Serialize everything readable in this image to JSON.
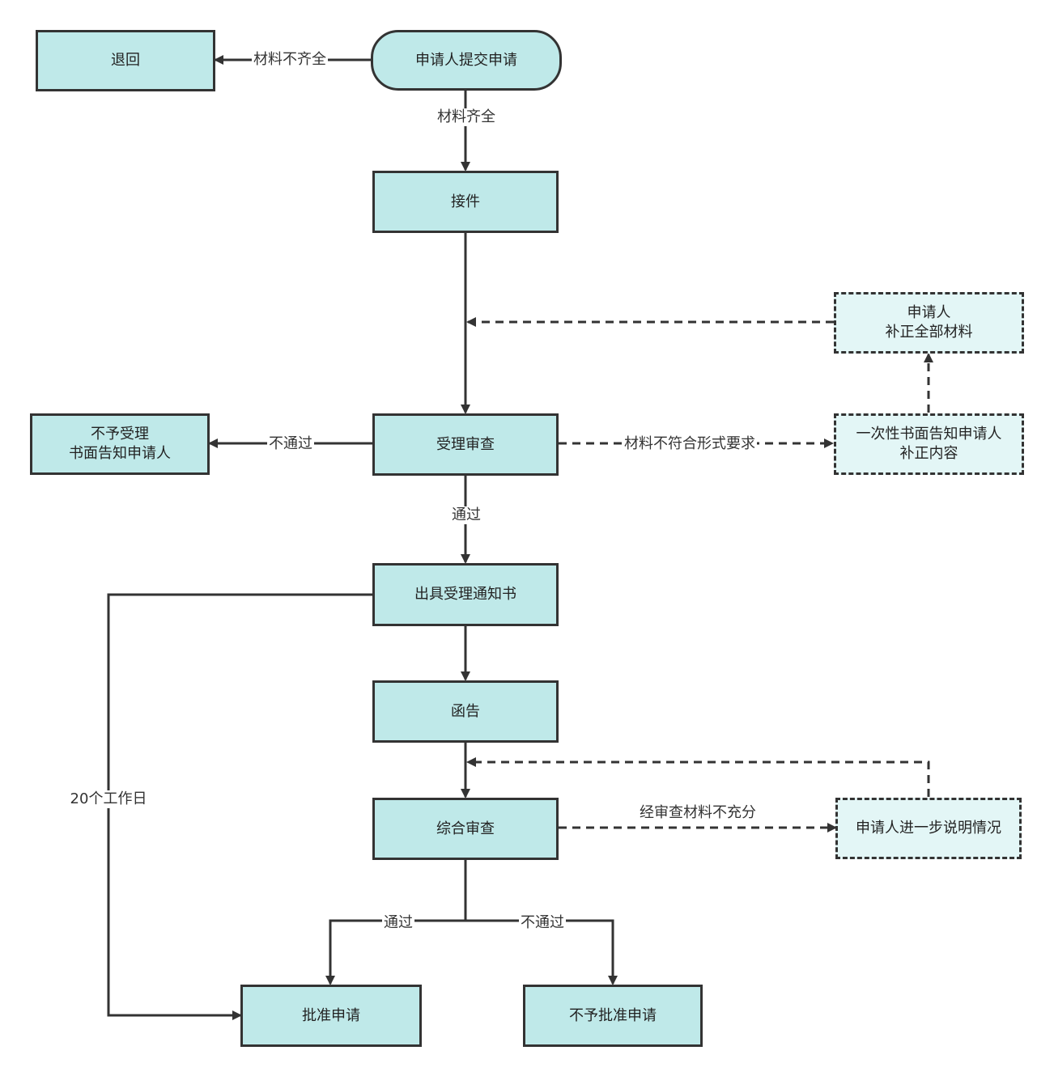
{
  "nodes": {
    "submit": "申请人提交申请",
    "return": "退回",
    "receive": "接件",
    "supplement": "申请人\n补正全部材料",
    "notify_once": "一次性书面告知申请人\n补正内容",
    "review": "受理审查",
    "reject_accept": "不予受理\n书面告知申请人",
    "accept_notice": "出具受理通知书",
    "letter": "函告",
    "comprehensive": "综合审查",
    "explain": "申请人进一步说明情况",
    "approve": "批准申请",
    "deny": "不予批准申请"
  },
  "edges": {
    "incomplete": "材料不齐全",
    "complete": "材料齐全",
    "fail_review": "不通过",
    "format_issue": "材料不符合形式要求",
    "pass_review": "通过",
    "workdays": "20个工作日",
    "insufficient": "经审查材料不充分",
    "pass_final": "通过",
    "fail_final": "不通过"
  },
  "colors": {
    "fill_solid": "#bfe9e9",
    "fill_dashed": "#e3f6f6",
    "stroke": "#333333"
  }
}
